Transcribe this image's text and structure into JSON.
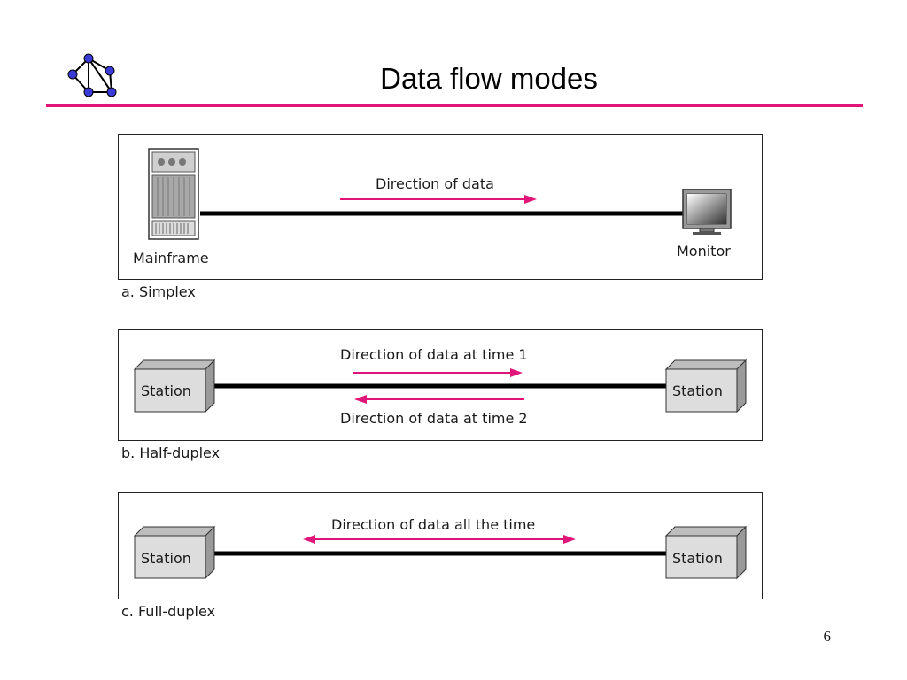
{
  "title": "Data flow modes",
  "page_number": "6",
  "colors": {
    "accent": "#e0157a",
    "link": "#000000",
    "box_fill": "#dddddd",
    "box_side": "#9a9a9a"
  },
  "icons": [
    "network-graph-logo-icon",
    "mainframe-icon",
    "monitor-icon",
    "station-box-icon"
  ],
  "simplex": {
    "caption": "a. Simplex",
    "left_device": "Mainframe",
    "right_device": "Monitor",
    "arrow_label": "Direction of data"
  },
  "half_duplex": {
    "caption": "b. Half-duplex",
    "left_device": "Station",
    "right_device": "Station",
    "arrow_label_1": "Direction of data at time 1",
    "arrow_label_2": "Direction of data at time 2"
  },
  "full_duplex": {
    "caption": "c. Full-duplex",
    "left_device": "Station",
    "right_device": "Station",
    "arrow_label": "Direction of data all the time"
  }
}
